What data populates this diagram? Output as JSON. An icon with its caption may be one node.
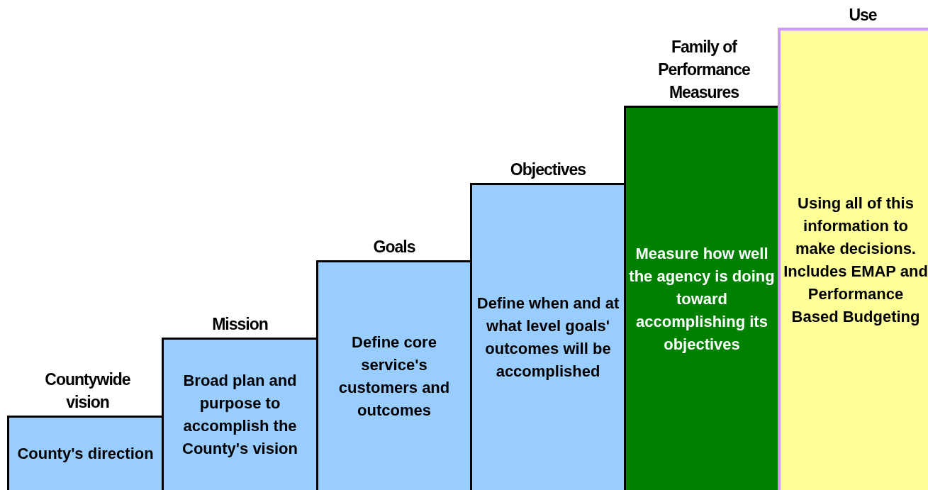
{
  "diagram": {
    "nodes": [
      {
        "text": [
          "Countywide vision",
          "County's direction"
        ]
      },
      {
        "text": [
          "Mission",
          "Broad plan and purpose to accomplish the County's vision"
        ]
      },
      {
        "text": [
          "Goals",
          "Define core service's customers and outcomes"
        ]
      },
      {
        "text": [
          "Objectives",
          "Define when and at what level goals' outcomes will be accomplished"
        ]
      },
      {
        "text": [
          "Family of Performance Measures",
          "Measure how well the agency is doing toward accomplishing its objectives"
        ]
      },
      {
        "text": [
          "Use",
          "Using all of this information to make decisions. Includes EMAP and Performance Based Budgeting"
        ]
      }
    ]
  }
}
